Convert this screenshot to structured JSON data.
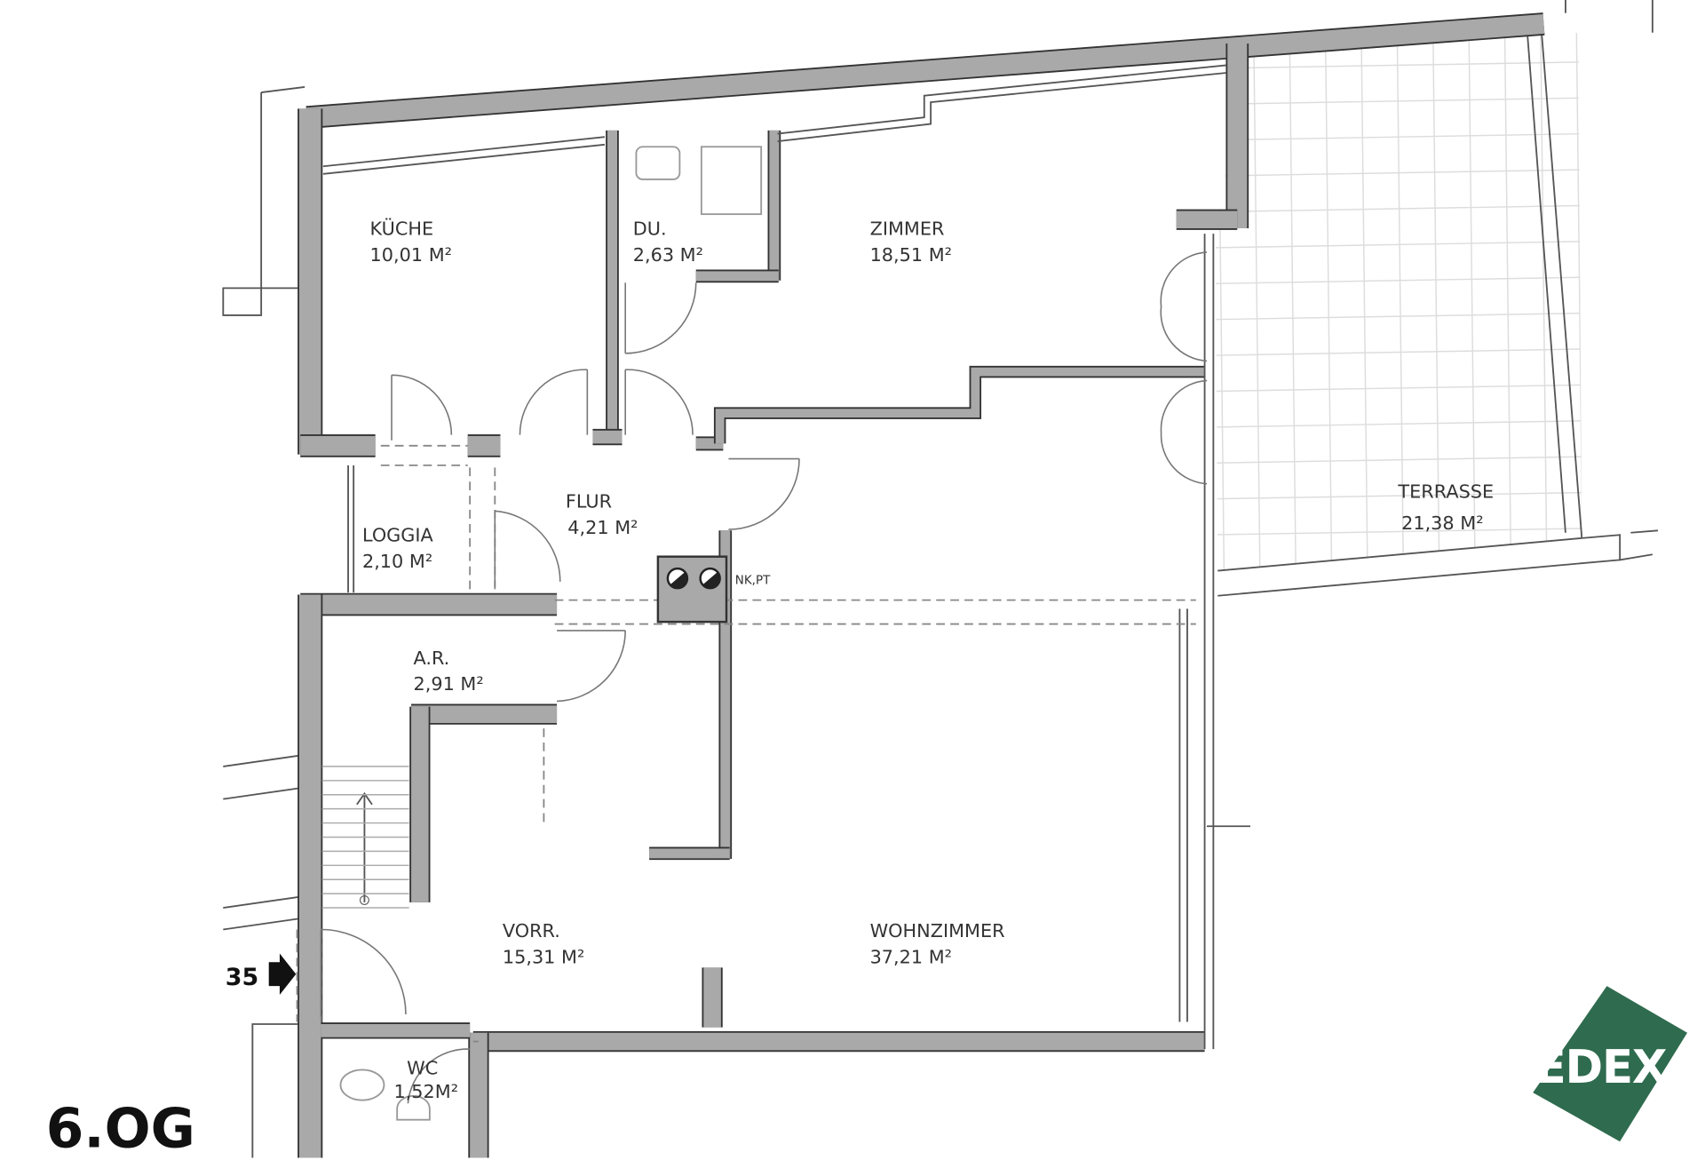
{
  "plan": {
    "floor_label": "6.OG",
    "entrance_number": "35",
    "logo_text": "EDEX",
    "logo_color": "#2f6b4f",
    "rooms": [
      {
        "name": "KÜCHE",
        "area": "10,01 M²"
      },
      {
        "name": "DU.",
        "area": "2,63 M²"
      },
      {
        "name": "ZIMMER",
        "area": "18,51 M²"
      },
      {
        "name": "FLUR",
        "area": "4,21 M²"
      },
      {
        "name": "LOGGIA",
        "area": "2,10 M²"
      },
      {
        "name": "A.R.",
        "area": "2,91 M²"
      },
      {
        "name": "VORR.",
        "area": "15,31 M²"
      },
      {
        "name": "WOHNZIMMER",
        "area": "37,21 M²"
      },
      {
        "name": "TERRASSE",
        "area": "21,38 M²"
      },
      {
        "name": "WC",
        "area": "1,52M²"
      }
    ],
    "shaft_label": "NK,PT"
  }
}
